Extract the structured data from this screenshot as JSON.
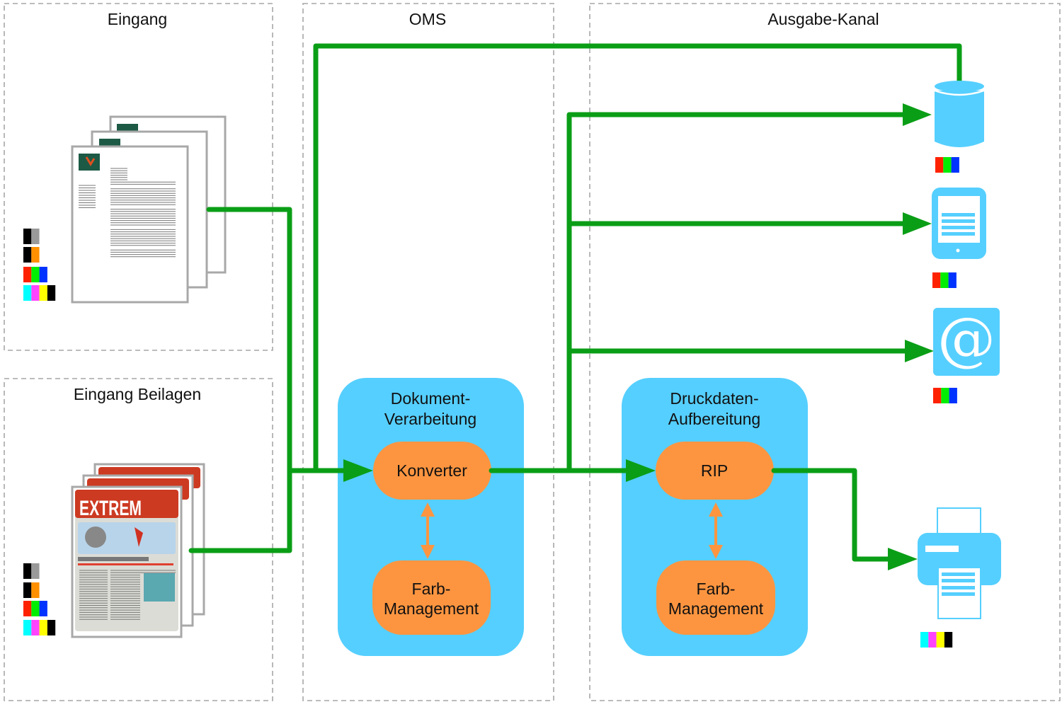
{
  "lanes": {
    "eingang": "Eingang",
    "beilagen": "Eingang Beilagen",
    "oms": "OMS",
    "ausgabe": "Ausgabe-Kanal"
  },
  "processing": {
    "doc_title_1": "Dokument-",
    "doc_title_2": "Verarbeitung",
    "konverter": "Konverter",
    "farb1_1": "Farb-",
    "farb1_2": "Management",
    "print_title_1": "Druckdaten-",
    "print_title_2": "Aufbereitung",
    "rip": "RIP",
    "farb2_1": "Farb-",
    "farb2_2": "Management"
  },
  "thumbnail": {
    "magazine_title": "EXTREM"
  },
  "outputs": [
    "database-icon",
    "tablet-icon",
    "email-at-icon",
    "printer-icon"
  ],
  "colors": {
    "flow": "#0a9e16",
    "box": "#55cfff",
    "node": "#fd9540",
    "gray_swatch": [
      "#000000",
      "#999999"
    ],
    "spot_swatch": [
      "#000000",
      "#ff9000"
    ],
    "rgb_swatch": [
      "#ff2200",
      "#00ee00",
      "#0033ff"
    ],
    "cmyk_swatch": [
      "#00ffff",
      "#ff44ff",
      "#ffff00",
      "#000000"
    ]
  }
}
